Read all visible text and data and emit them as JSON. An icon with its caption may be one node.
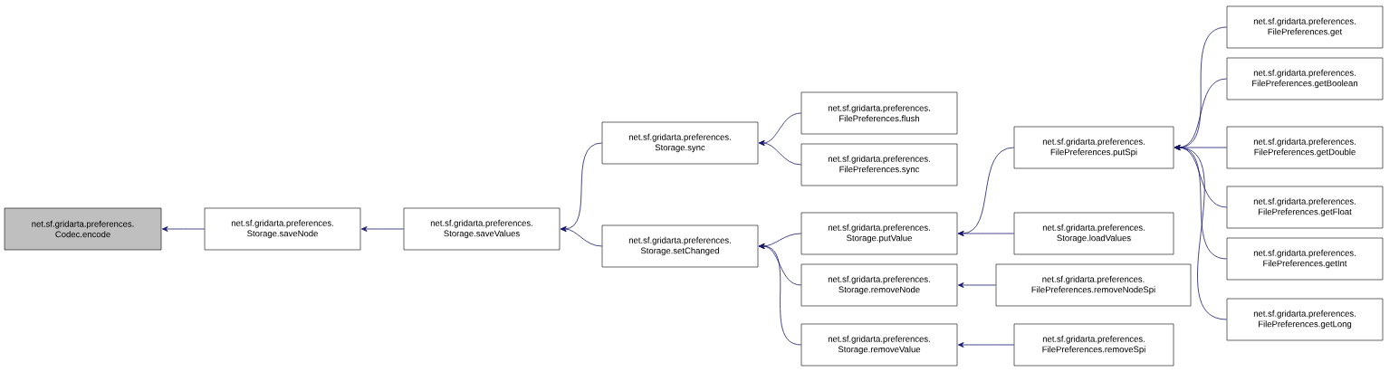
{
  "diagram": {
    "nodes": [
      {
        "text": [
          "net.sf.gridarta.preferences. Codec.encode"
        ]
      },
      {
        "text": [
          "net.sf.gridarta.preferences. Storage.saveNode"
        ]
      },
      {
        "text": [
          "net.sf.gridarta.preferences. Storage.saveValues"
        ]
      },
      {
        "text": [
          "net.sf.gridarta.preferences. Storage.sync"
        ]
      },
      {
        "text": [
          "net.sf.gridarta.preferences. Storage.setChanged"
        ]
      },
      {
        "text": [
          "net.sf.gridarta.preferences. FilePreferences.flush"
        ]
      },
      {
        "text": [
          "net.sf.gridarta.preferences. FilePreferences.sync"
        ]
      },
      {
        "text": [
          "net.sf.gridarta.preferences. Storage.putValue"
        ]
      },
      {
        "text": [
          "net.sf.gridarta.preferences. Storage.removeNode"
        ]
      },
      {
        "text": [
          "net.sf.gridarta.preferences. Storage.removeValue"
        ]
      },
      {
        "text": [
          "net.sf.gridarta.preferences. FilePreferences.putSpi"
        ]
      },
      {
        "text": [
          "net.sf.gridarta.preferences. Storage.loadValues"
        ]
      },
      {
        "text": [
          "net.sf.gridarta.preferences. FilePreferences.removeNodeSpi"
        ]
      },
      {
        "text": [
          "net.sf.gridarta.preferences. FilePreferences.removeSpi"
        ]
      },
      {
        "text": [
          "net.sf.gridarta.preferences. FilePreferences.get"
        ]
      },
      {
        "text": [
          "net.sf.gridarta.preferences. FilePreferences.getBoolean"
        ]
      },
      {
        "text": [
          "net.sf.gridarta.preferences. FilePreferences.getDouble"
        ]
      },
      {
        "text": [
          "net.sf.gridarta.preferences. FilePreferences.getFloat"
        ]
      },
      {
        "text": [
          "net.sf.gridarta.preferences. FilePreferences.getInt"
        ]
      },
      {
        "text": [
          "net.sf.gridarta.preferences. FilePreferences.getLong"
        ]
      }
    ],
    "edges": [
      {
        "from": 1,
        "to": 0,
        "arrow": "to"
      },
      {
        "from": 2,
        "to": 1,
        "arrow": "to"
      },
      {
        "from": 3,
        "to": 2,
        "arrow": "to"
      },
      {
        "from": 4,
        "to": 2,
        "arrow": "to"
      },
      {
        "from": 5,
        "to": 3,
        "arrow": "to"
      },
      {
        "from": 6,
        "to": 3,
        "arrow": "to"
      },
      {
        "from": 7,
        "to": 4,
        "arrow": "to"
      },
      {
        "from": 8,
        "to": 4,
        "arrow": "to"
      },
      {
        "from": 9,
        "to": 4,
        "arrow": "to"
      },
      {
        "from": 10,
        "to": 7,
        "arrow": "to"
      },
      {
        "from": 11,
        "to": 7,
        "arrow": "to"
      },
      {
        "from": 12,
        "to": 8,
        "arrow": "to"
      },
      {
        "from": 13,
        "to": 9,
        "arrow": "to"
      },
      {
        "from": 14,
        "to": 10,
        "arrow": "to"
      },
      {
        "from": 15,
        "to": 10,
        "arrow": "to"
      },
      {
        "from": 16,
        "to": 10,
        "arrow": "to"
      },
      {
        "from": 17,
        "to": 10,
        "arrow": "to"
      },
      {
        "from": 18,
        "to": 10,
        "arrow": "to"
      },
      {
        "from": 19,
        "to": 10,
        "arrow": "to"
      }
    ]
  }
}
